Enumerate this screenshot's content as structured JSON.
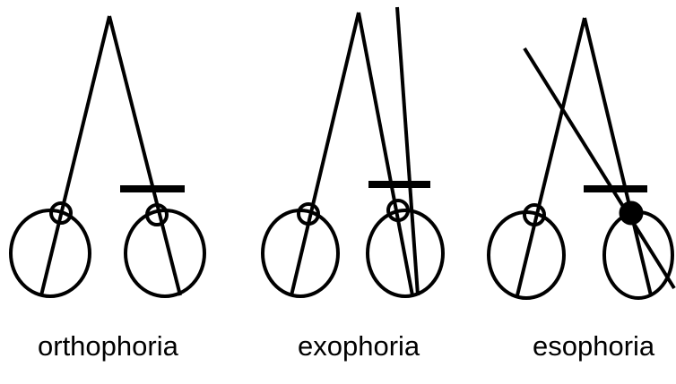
{
  "panels": [
    {
      "id": "orthophoria",
      "caption": "orthophoria"
    },
    {
      "id": "exophoria",
      "caption": "exophoria"
    },
    {
      "id": "esophoria",
      "caption": "esophoria"
    }
  ],
  "colors": {
    "ink": "#000000",
    "background": "#ffffff"
  }
}
